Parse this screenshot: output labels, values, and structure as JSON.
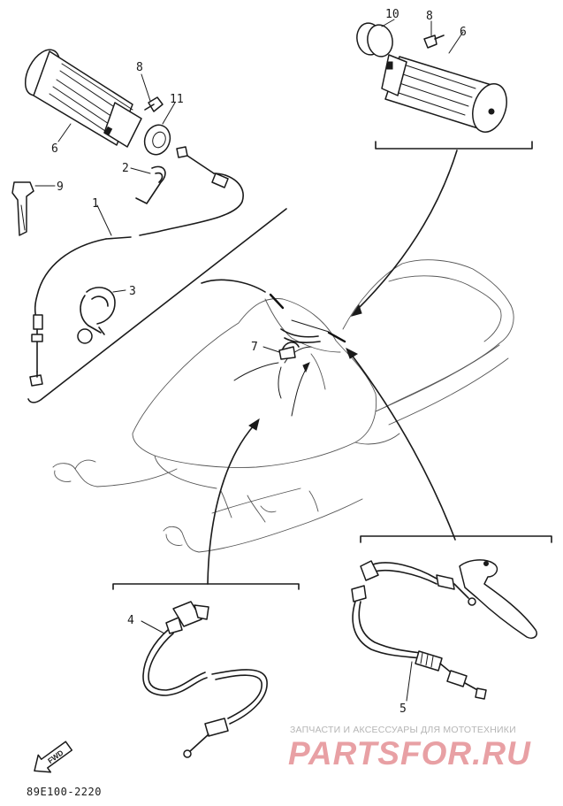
{
  "diagram": {
    "callouts": [
      {
        "id": "c1",
        "text": "1"
      },
      {
        "id": "c2",
        "text": "2"
      },
      {
        "id": "c3",
        "text": "3"
      },
      {
        "id": "c4",
        "text": "4"
      },
      {
        "id": "c5",
        "text": "5"
      },
      {
        "id": "c6a",
        "text": "6"
      },
      {
        "id": "c6b",
        "text": "6"
      },
      {
        "id": "c7",
        "text": "7"
      },
      {
        "id": "c8a",
        "text": "8"
      },
      {
        "id": "c8b",
        "text": "8"
      },
      {
        "id": "c9",
        "text": "9"
      },
      {
        "id": "c10",
        "text": "10"
      },
      {
        "id": "c11",
        "text": "11"
      }
    ],
    "fwd_label": "FWD",
    "drawing_code": "89E100-2220"
  },
  "watermark": {
    "top_line": "ЗАПЧАСТИ И АКСЕССУАРЫ ДЛЯ МОТОТЕХНИКИ",
    "brand": "PARTSFOR.RU",
    "color": "#e8a0a4"
  }
}
